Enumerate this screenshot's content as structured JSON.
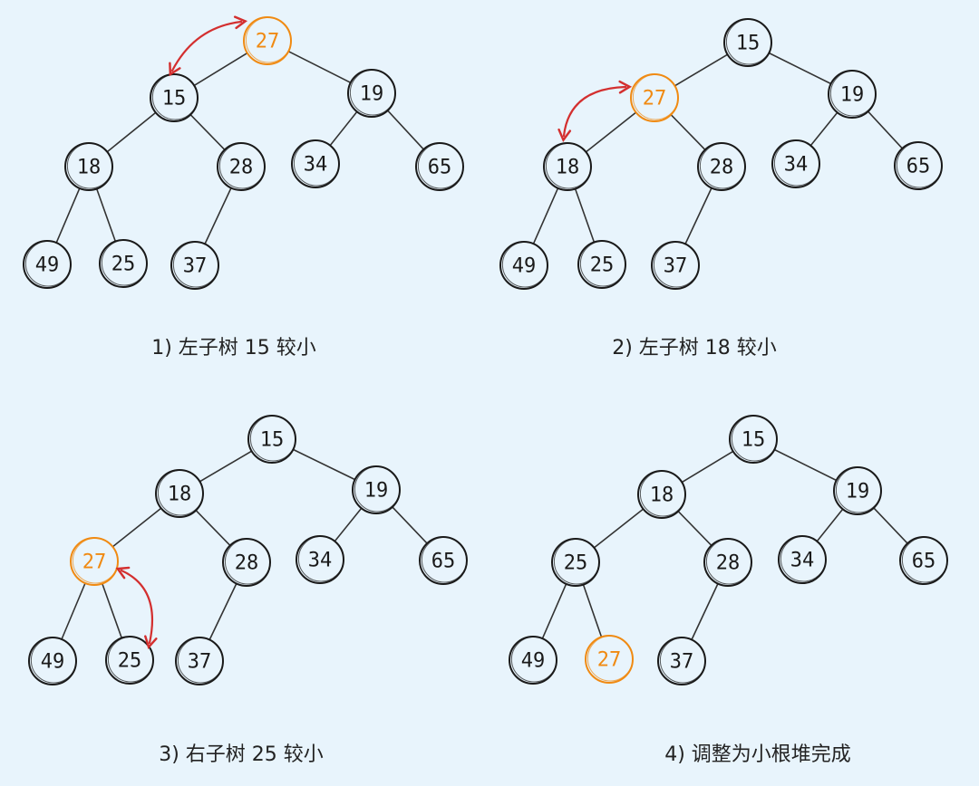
{
  "colors": {
    "background": "#e8f4fc",
    "node_stroke": "#1a1a1a",
    "edge": "#333333",
    "highlight": "#f08a12",
    "arrow": "#d32f2f"
  },
  "panels": [
    {
      "caption": "1) 左子树 15 较小",
      "nodes": [
        "27",
        "15",
        "19",
        "18",
        "28",
        "34",
        "65",
        "49",
        "25",
        "37"
      ],
      "highlight": 0,
      "swap": [
        0,
        1
      ]
    },
    {
      "caption": "2) 左子树 18 较小",
      "nodes": [
        "15",
        "27",
        "19",
        "18",
        "28",
        "34",
        "65",
        "49",
        "25",
        "37"
      ],
      "highlight": 1,
      "swap": [
        1,
        3
      ]
    },
    {
      "caption": "3) 右子树 25 较小",
      "nodes": [
        "15",
        "18",
        "19",
        "27",
        "28",
        "34",
        "65",
        "49",
        "25",
        "37"
      ],
      "highlight": 3,
      "swap": [
        3,
        8
      ]
    },
    {
      "caption": "4) 调整为小根堆完成",
      "nodes": [
        "15",
        "18",
        "19",
        "25",
        "28",
        "34",
        "65",
        "49",
        "27",
        "37"
      ],
      "highlight": 8,
      "swap": null
    }
  ]
}
